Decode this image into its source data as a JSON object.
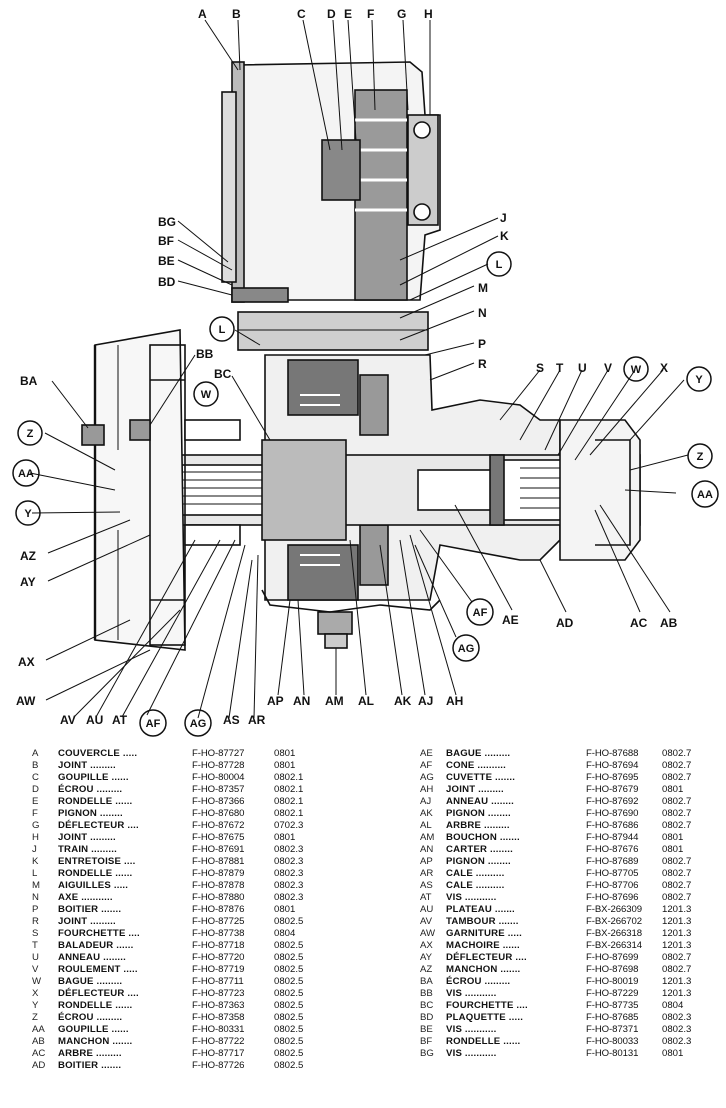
{
  "diagram": {
    "callouts": [
      "A",
      "B",
      "C",
      "D",
      "E",
      "F",
      "G",
      "H",
      "J",
      "K",
      "L",
      "M",
      "N",
      "P",
      "R",
      "S",
      "T",
      "U",
      "V",
      "W",
      "X",
      "Y",
      "Z",
      "AA",
      "AB",
      "AC",
      "AD",
      "AE",
      "AF",
      "AG",
      "AH",
      "AJ",
      "AK",
      "AL",
      "AM",
      "AN",
      "AP",
      "AR",
      "AS",
      "AT",
      "AU",
      "AV",
      "AW",
      "AX",
      "AY",
      "AZ",
      "BA",
      "BB",
      "BC",
      "BD",
      "BE",
      "BF",
      "BG"
    ]
  },
  "parts_left": [
    {
      "letter": "A",
      "name": "COUVERCLE",
      "ref": "F-HO-87727",
      "group": "0801"
    },
    {
      "letter": "B",
      "name": "JOINT",
      "ref": "F-HO-87728",
      "group": "0801"
    },
    {
      "letter": "C",
      "name": "GOUPILLE",
      "ref": "F-HO-80004",
      "group": "0802.1"
    },
    {
      "letter": "D",
      "name": "ÉCROU",
      "ref": "F-HO-87357",
      "group": "0802.1"
    },
    {
      "letter": "E",
      "name": "RONDELLE",
      "ref": "F-HO-87366",
      "group": "0802.1"
    },
    {
      "letter": "F",
      "name": "PIGNON",
      "ref": "F-HO-87680",
      "group": "0802.1"
    },
    {
      "letter": "G",
      "name": "DÉFLECTEUR",
      "ref": "F-HO-87672",
      "group": "0702.3"
    },
    {
      "letter": "H",
      "name": "JOINT",
      "ref": "F-HO-87675",
      "group": "0801"
    },
    {
      "letter": "J",
      "name": "TRAIN",
      "ref": "F-HO-87691",
      "group": "0802.3"
    },
    {
      "letter": "K",
      "name": "ENTRETOISE",
      "ref": "F-HO-87881",
      "group": "0802.3"
    },
    {
      "letter": "L",
      "name": "RONDELLE",
      "ref": "F-HO-87879",
      "group": "0802.3"
    },
    {
      "letter": "M",
      "name": "AIGUILLES",
      "ref": "F-HO-87878",
      "group": "0802.3"
    },
    {
      "letter": "N",
      "name": "AXE",
      "ref": "F-HO-87880",
      "group": "0802.3"
    },
    {
      "letter": "P",
      "name": "BOITIER",
      "ref": "F-HO-87876",
      "group": "0801"
    },
    {
      "letter": "R",
      "name": "JOINT",
      "ref": "F-HO-87725",
      "group": "0802.5"
    },
    {
      "letter": "S",
      "name": "FOURCHETTE",
      "ref": "F-HO-87738",
      "group": "0804"
    },
    {
      "letter": "T",
      "name": "BALADEUR",
      "ref": "F-HO-87718",
      "group": "0802.5"
    },
    {
      "letter": "U",
      "name": "ANNEAU",
      "ref": "F-HO-87720",
      "group": "0802.5"
    },
    {
      "letter": "V",
      "name": "ROULEMENT",
      "ref": "F-HO-87719",
      "group": "0802.5"
    },
    {
      "letter": "W",
      "name": "BAGUE",
      "ref": "F-HO-87711",
      "group": "0802.5"
    },
    {
      "letter": "X",
      "name": "DÉFLECTEUR",
      "ref": "F-HO-87723",
      "group": "0802.5"
    },
    {
      "letter": "Y",
      "name": "RONDELLE",
      "ref": "F-HO-87363",
      "group": "0802.5"
    },
    {
      "letter": "Z",
      "name": "ÉCROU",
      "ref": "F-HO-87358",
      "group": "0802.5"
    },
    {
      "letter": "AA",
      "name": "GOUPILLE",
      "ref": "F-HO-80331",
      "group": "0802.5"
    },
    {
      "letter": "AB",
      "name": "MANCHON",
      "ref": "F-HO-87722",
      "group": "0802.5"
    },
    {
      "letter": "AC",
      "name": "ARBRE",
      "ref": "F-HO-87717",
      "group": "0802.5"
    },
    {
      "letter": "AD",
      "name": "BOITIER",
      "ref": "F-HO-87726",
      "group": "0802.5"
    }
  ],
  "parts_right": [
    {
      "letter": "AE",
      "name": "BAGUE",
      "ref": "F-HO-87688",
      "group": "0802.7"
    },
    {
      "letter": "AF",
      "name": "CONE",
      "ref": "F-HO-87694",
      "group": "0802.7"
    },
    {
      "letter": "AG",
      "name": "CUVETTE",
      "ref": "F-HO-87695",
      "group": "0802.7"
    },
    {
      "letter": "AH",
      "name": "JOINT",
      "ref": "F-HO-87679",
      "group": "0801"
    },
    {
      "letter": "AJ",
      "name": "ANNEAU",
      "ref": "F-HO-87692",
      "group": "0802.7"
    },
    {
      "letter": "AK",
      "name": "PIGNON",
      "ref": "F-HO-87690",
      "group": "0802.7"
    },
    {
      "letter": "AL",
      "name": "ARBRE",
      "ref": "F-HO-87686",
      "group": "0802.7"
    },
    {
      "letter": "AM",
      "name": "BOUCHON",
      "ref": "F-HO-87944",
      "group": "0801"
    },
    {
      "letter": "AN",
      "name": "CARTER",
      "ref": "F-HO-87676",
      "group": "0801"
    },
    {
      "letter": "AP",
      "name": "PIGNON",
      "ref": "F-HO-87689",
      "group": "0802.7"
    },
    {
      "letter": "AR",
      "name": "CALE",
      "ref": "F-HO-87705",
      "group": "0802.7"
    },
    {
      "letter": "AS",
      "name": "CALE",
      "ref": "F-HO-87706",
      "group": "0802.7"
    },
    {
      "letter": "AT",
      "name": "VIS",
      "ref": "F-HO-87696",
      "group": "0802.7"
    },
    {
      "letter": "AU",
      "name": "PLATEAU",
      "ref": "F-BX-266309",
      "group": "1201.3"
    },
    {
      "letter": "AV",
      "name": "TAMBOUR",
      "ref": "F-BX-266702",
      "group": "1201.3"
    },
    {
      "letter": "AW",
      "name": "GARNITURE",
      "ref": "F-BX-266318",
      "group": "1201.3"
    },
    {
      "letter": "AX",
      "name": "MACHOIRE",
      "ref": "F-BX-266314",
      "group": "1201.3"
    },
    {
      "letter": "AY",
      "name": "DÉFLECTEUR",
      "ref": "F-HO-87699",
      "group": "0802.7"
    },
    {
      "letter": "AZ",
      "name": "MANCHON",
      "ref": "F-HO-87698",
      "group": "0802.7"
    },
    {
      "letter": "BA",
      "name": "ÉCROU",
      "ref": "F-HO-80019",
      "group": "1201.3"
    },
    {
      "letter": "BB",
      "name": "VIS",
      "ref": "F-HO-87229",
      "group": "1201.3"
    },
    {
      "letter": "BC",
      "name": "FOURCHETTE",
      "ref": "F-HO-87735",
      "group": "0804"
    },
    {
      "letter": "BD",
      "name": "PLAQUETTE",
      "ref": "F-HO-87685",
      "group": "0802.3"
    },
    {
      "letter": "BE",
      "name": "VIS",
      "ref": "F-HO-87371",
      "group": "0802.3"
    },
    {
      "letter": "BF",
      "name": "RONDELLE",
      "ref": "F-HO-80033",
      "group": "0802.3"
    },
    {
      "letter": "BG",
      "name": "VIS",
      "ref": "F-HO-80131",
      "group": "0801"
    }
  ]
}
